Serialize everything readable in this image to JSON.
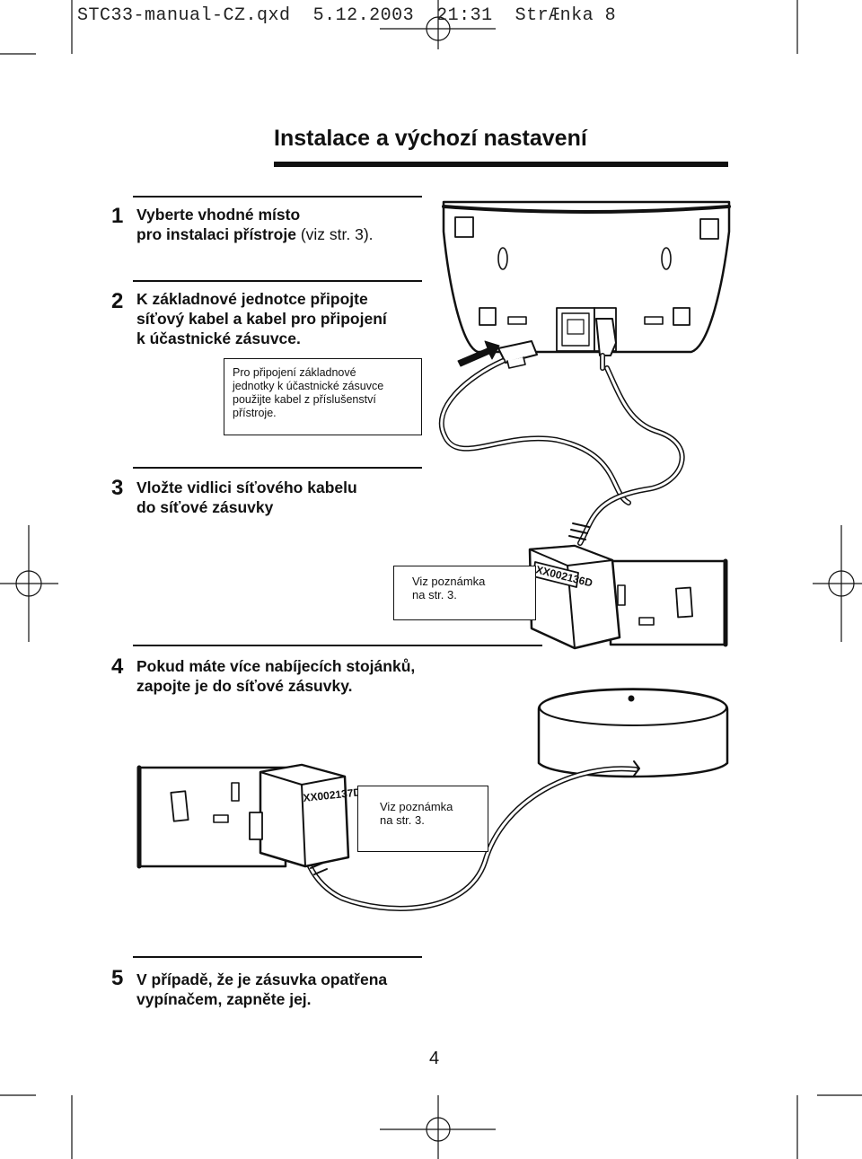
{
  "slug": {
    "file": "STC33-manual-CZ.qxd",
    "date": "5.12.2003",
    "time": "21:31",
    "page_label": "StrÆnka 8"
  },
  "title": "Instalace a výchozí nastavení",
  "steps": [
    {
      "num": "1",
      "line1": "Vyberte vhodné místo",
      "line2_bold": "pro instalaci přístroje",
      "line2_normal": " (viz str. 3)."
    },
    {
      "num": "2",
      "line1": "K základnové jednotce připojte",
      "line2": "síťový kabel a kabel pro připojení",
      "line3": "k účastnické zásuvce."
    },
    {
      "num": "3",
      "line1": "Vložte vidlici síťového kabelu",
      "line2": "do síťové zásuvky"
    },
    {
      "num": "4",
      "line1": "Pokud máte více nabíjecích stojánků,",
      "line2": "zapojte je do síťové zásuvky."
    },
    {
      "num": "5",
      "line1": "V případě, že je zásuvka opatřena",
      "line2": "vypínačem, zapněte jej."
    }
  ],
  "note_step2": {
    "line1": "Pro připojení základnové",
    "line2": "jednotky k účastnické zásuvce",
    "line3": "použijte kabel z příslušenství",
    "line4": "přístroje."
  },
  "note_step3": {
    "line1": "Viz poznámka",
    "line2": "na str. 3."
  },
  "note_step4": {
    "line1": "Viz poznámka",
    "line2": "na str. 3."
  },
  "adapter_labels": {
    "adapter1": "XX002136D",
    "adapter2": "XX002137D"
  },
  "page_number": "4"
}
